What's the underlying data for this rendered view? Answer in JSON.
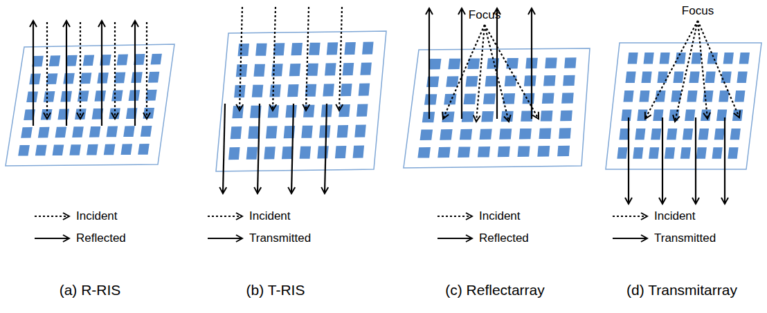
{
  "diagram": {
    "labels": [
      "Focus",
      "Focus",
      "(a) R-RIS",
      "(b) T-RIS",
      "(c) Reflectarray",
      "(d) Transmitarray"
    ],
    "legend": [
      {
        "text": "Incident"
      },
      {
        "text": "Reflected"
      },
      {
        "text": "Incident"
      },
      {
        "text": "Transmitted"
      },
      {
        "text": "Incident"
      },
      {
        "text": "Reflected"
      },
      {
        "text": "Incident"
      },
      {
        "text": "Transmitted"
      }
    ]
  }
}
